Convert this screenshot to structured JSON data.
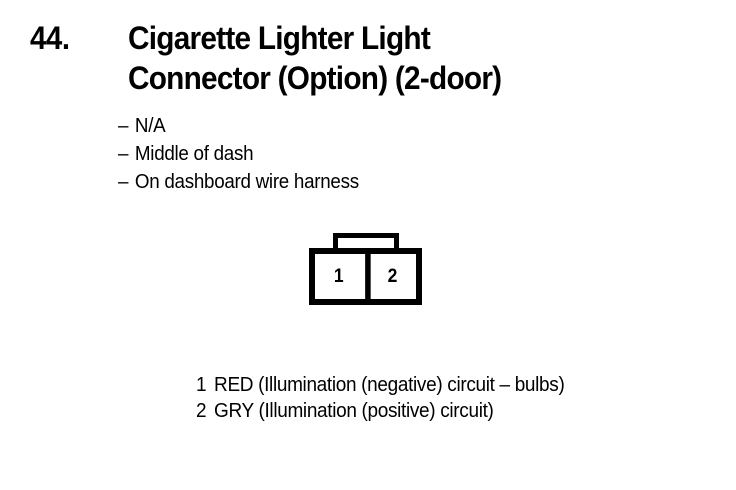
{
  "entry": {
    "number": "44.",
    "title_lines": [
      "Cigarette Lighter Light",
      "Connector (Option) (2-door)"
    ]
  },
  "details": [
    {
      "dash": "–",
      "text": "N/A"
    },
    {
      "dash": "–",
      "text": "Middle of dash"
    },
    {
      "dash": "–",
      "text": "On dashboard wire harness"
    }
  ],
  "connector": {
    "cells": [
      {
        "label": "1"
      },
      {
        "label": "2"
      }
    ]
  },
  "pins": [
    {
      "number": "1",
      "text": "RED (Illumination (negative) circuit – bulbs)"
    },
    {
      "number": "2",
      "text": "GRY (Illumination (positive) circuit)"
    }
  ],
  "colors": {
    "ink": "#000000",
    "paper": "#ffffff"
  }
}
